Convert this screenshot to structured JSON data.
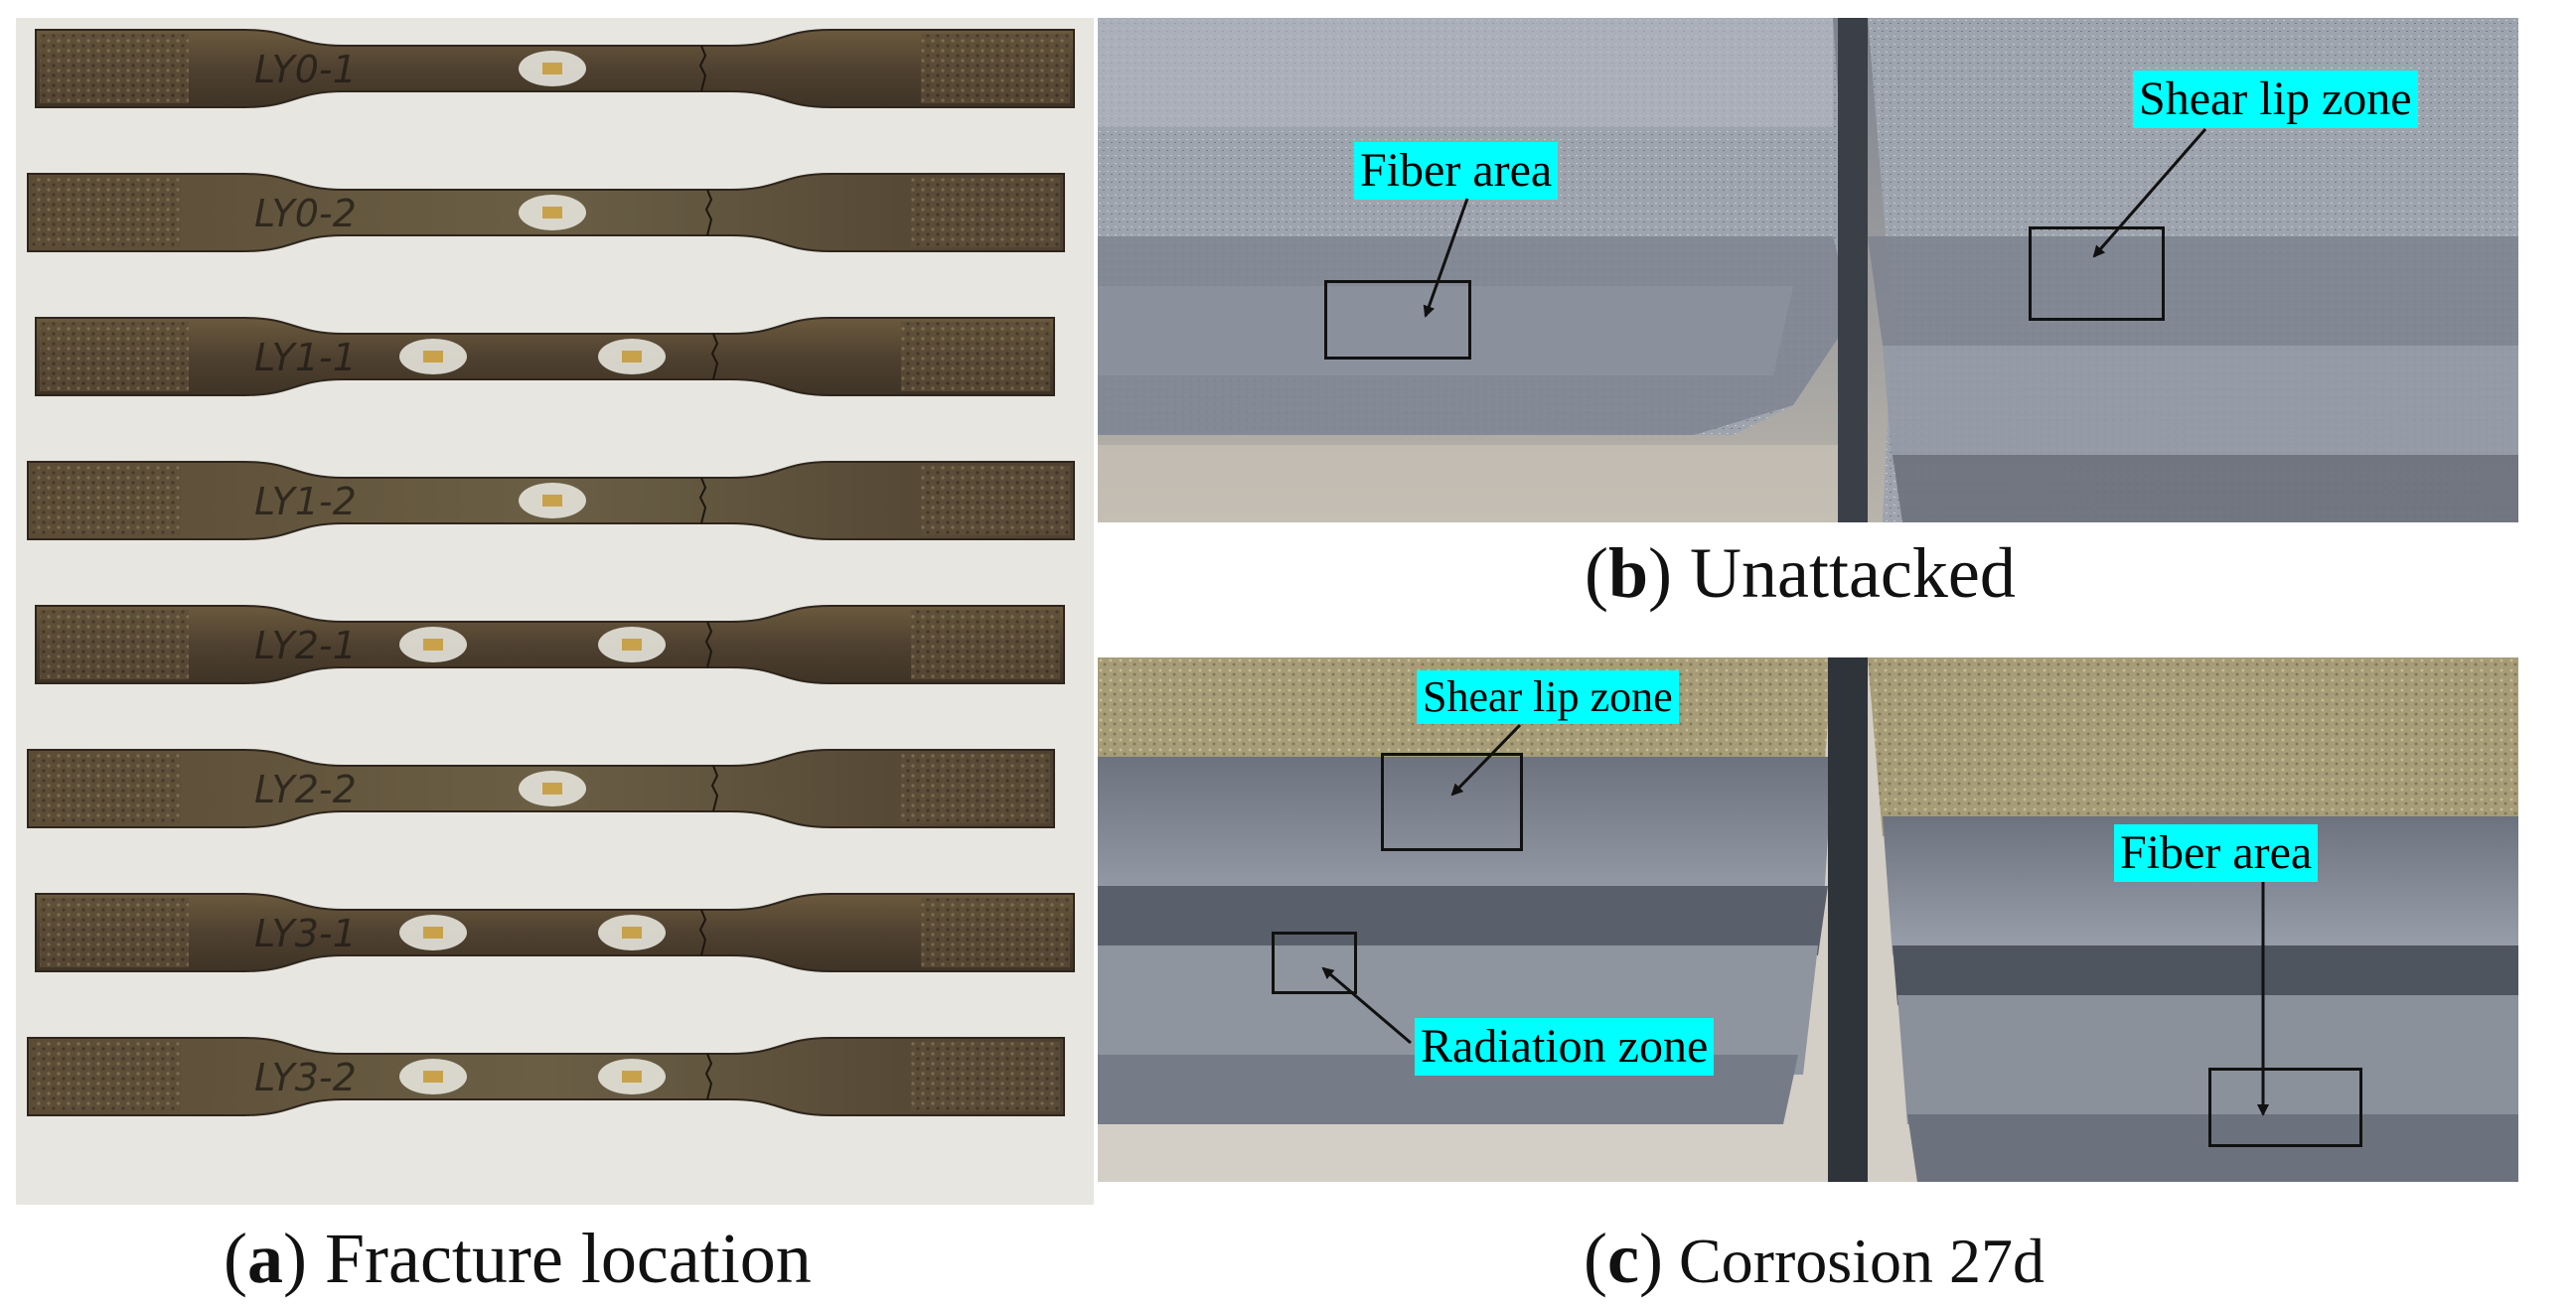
{
  "panel_a": {
    "caption_letter": "a",
    "caption_text": " Fracture location",
    "specimens": [
      {
        "label": "LY0-1"
      },
      {
        "label": "LY0-2"
      },
      {
        "label": "LY1-1"
      },
      {
        "label": "LY1-2"
      },
      {
        "label": "LY2-1"
      },
      {
        "label": "LY2-2"
      },
      {
        "label": "LY3-1"
      },
      {
        "label": "LY3-2"
      }
    ]
  },
  "panel_b": {
    "caption_letter": "b",
    "caption_text": " Unattacked",
    "labels": {
      "fiber_area": "Fiber area",
      "shear_lip_zone": "Shear lip zone"
    }
  },
  "panel_c": {
    "caption_letter": "c",
    "caption_text": " Corrosion 27d",
    "labels": {
      "shear_lip_zone": "Shear lip zone",
      "radiation_zone": "Radiation zone",
      "fiber_area": "Fiber area"
    }
  },
  "colors": {
    "label_bg": "#00ffff",
    "steel_rust": "#5a4a33",
    "fracture_grey": "#8c93a0"
  }
}
